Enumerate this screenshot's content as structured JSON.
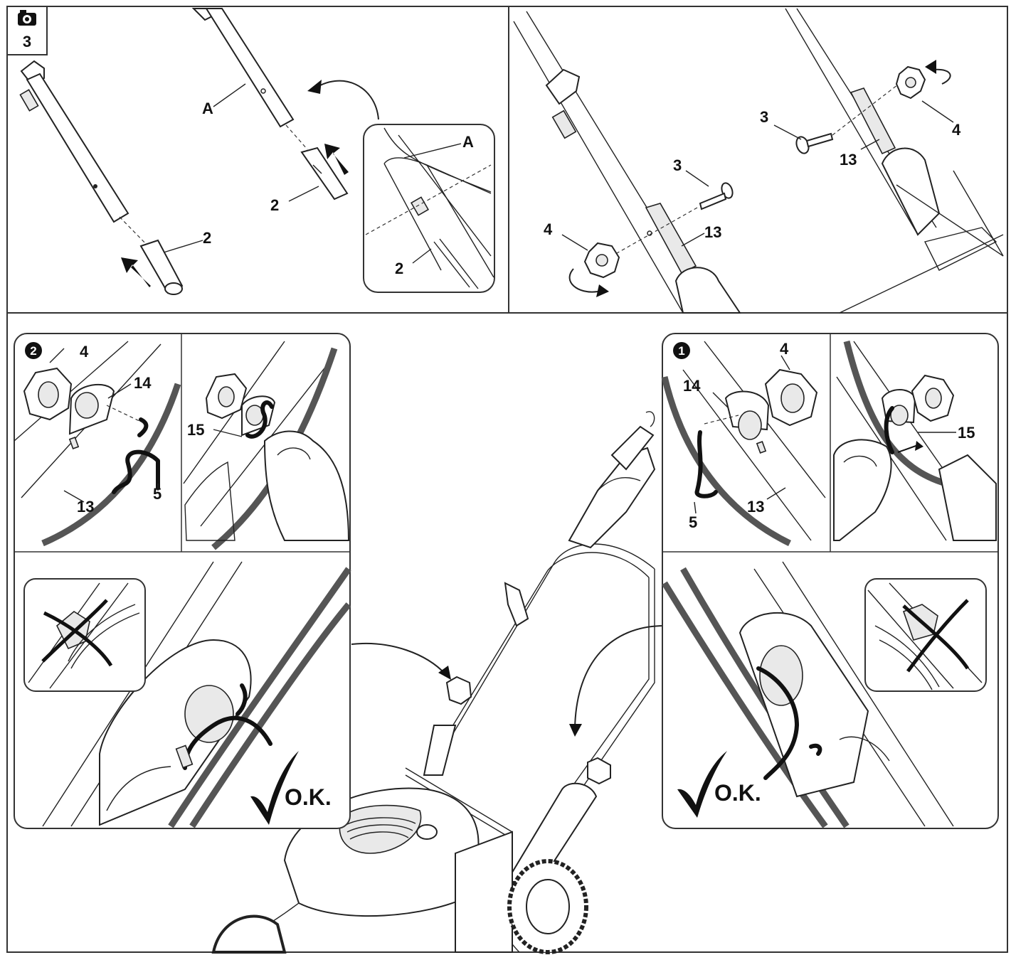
{
  "step_number": "3",
  "camera_icon": "camera-icon",
  "panel_top_left": {
    "tube_label": "A",
    "clip_label_upper": "2",
    "clip_label_lower": "2",
    "detail_label_tube": "A",
    "detail_label_clip": "2"
  },
  "panel_top_right": {
    "bolt_label_upper": "3",
    "knob_label_upper": "4",
    "bracket_label_upper": "13",
    "bolt_label_lower": "3",
    "knob_label_lower": "4",
    "bracket_label_lower": "13"
  },
  "panel_left_step": {
    "step_marker": "2",
    "knob_label": "4",
    "hole_label": "14",
    "bracket_label": "13",
    "cable_label": "5",
    "clip_label": "15",
    "ok_text": "O.K."
  },
  "panel_right_step": {
    "step_marker": "1",
    "knob_label": "4",
    "hole_label": "14",
    "bracket_label": "13",
    "cable_label": "5",
    "clip_label": "15",
    "ok_text": "O.K."
  },
  "colors": {
    "line": "#222222",
    "cable": "#111111",
    "background": "#ffffff",
    "shade": "#e9e9e9"
  }
}
